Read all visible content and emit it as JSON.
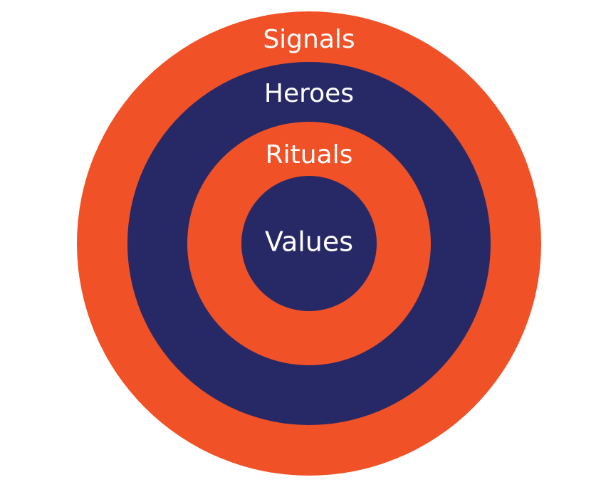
{
  "layers": [
    {
      "label": "Signals",
      "color": "#f05127"
    },
    {
      "label": "Heroes",
      "color": "#272966"
    },
    {
      "label": "Rituals",
      "color": "#f05127"
    },
    {
      "label": "Values",
      "color": "#272966"
    }
  ],
  "text_color": "#ffffff",
  "background": "#ffffff"
}
